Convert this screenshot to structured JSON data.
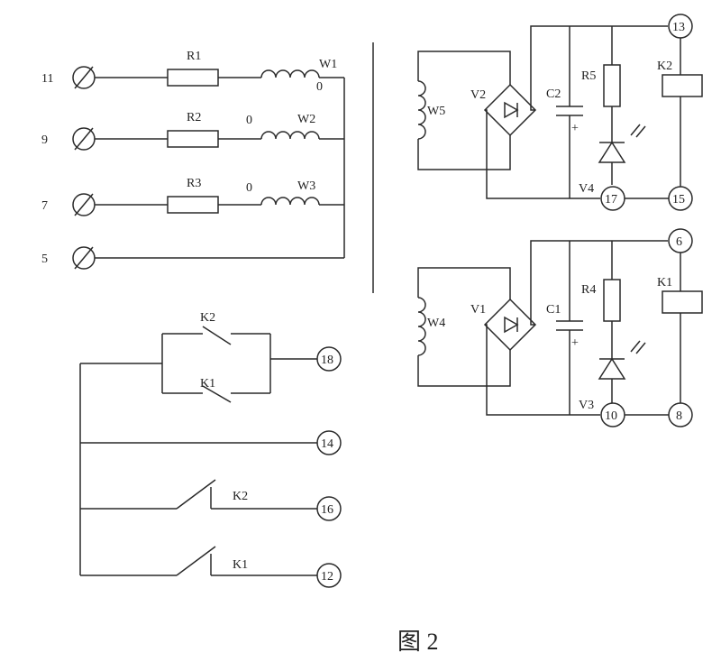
{
  "colors": {
    "line": "#2a2a2a",
    "text": "#222222",
    "background": "#ffffff"
  },
  "caption": "图 2",
  "inputs": {
    "terminals": [
      "11",
      "9",
      "7",
      "5"
    ],
    "resistors": [
      "R1",
      "R2",
      "R3"
    ],
    "coils": [
      "W1",
      "W2",
      "W3"
    ],
    "dot_marks": [
      "0",
      "0",
      "0"
    ]
  },
  "channel2": {
    "winding": "W5",
    "bridge": "V2",
    "capacitor": "C2",
    "resistor": "R5",
    "diode": "V4",
    "relay": "K2",
    "terminals": [
      "13",
      "17",
      "15"
    ],
    "polarity": "+"
  },
  "channel1": {
    "winding": "W4",
    "bridge": "V1",
    "capacitor": "C1",
    "resistor": "R4",
    "diode": "V3",
    "relay": "K1",
    "terminals": [
      "6",
      "10",
      "8"
    ],
    "polarity": "+"
  },
  "contacts": {
    "parallel_top": "K2",
    "parallel_bottom": "K1",
    "k2": "K2",
    "k1": "K1",
    "terminals": [
      "18",
      "14",
      "16",
      "12"
    ]
  }
}
